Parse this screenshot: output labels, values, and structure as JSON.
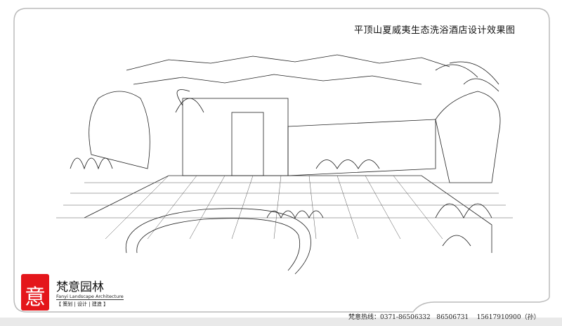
{
  "title": "平顶山夏威夷生态洗浴酒店设计效果图",
  "logo": {
    "seal_char": "意",
    "name": "梵意园林",
    "english": "Fanyi Landscape Architecture",
    "tagline": "【 策划 | 设计 | 建造 】",
    "seal_color": "#e4161b"
  },
  "hotline": "梵意热线：0371-86506332   86506731    15617910900（孙）"
}
